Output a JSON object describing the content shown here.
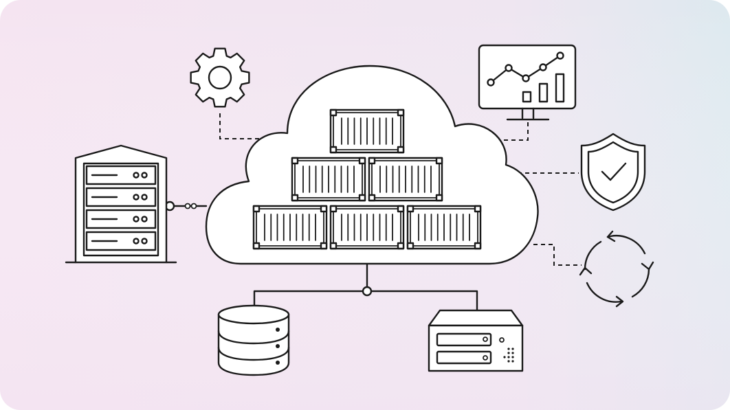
{
  "colors": {
    "line": "#1a1a1a",
    "background_start": "#f5e4f1",
    "background_end": "#dde9ef",
    "fill": "#ffffff"
  },
  "icons": [
    "gear-icon",
    "monitor-chart-icon",
    "shield-check-icon",
    "refresh-cycle-icon",
    "server-building-icon",
    "database-icon",
    "network-appliance-icon",
    "cloud-icon",
    "shipping-container-icon"
  ],
  "cloud": {
    "container_rows": [
      1,
      2,
      3
    ]
  }
}
